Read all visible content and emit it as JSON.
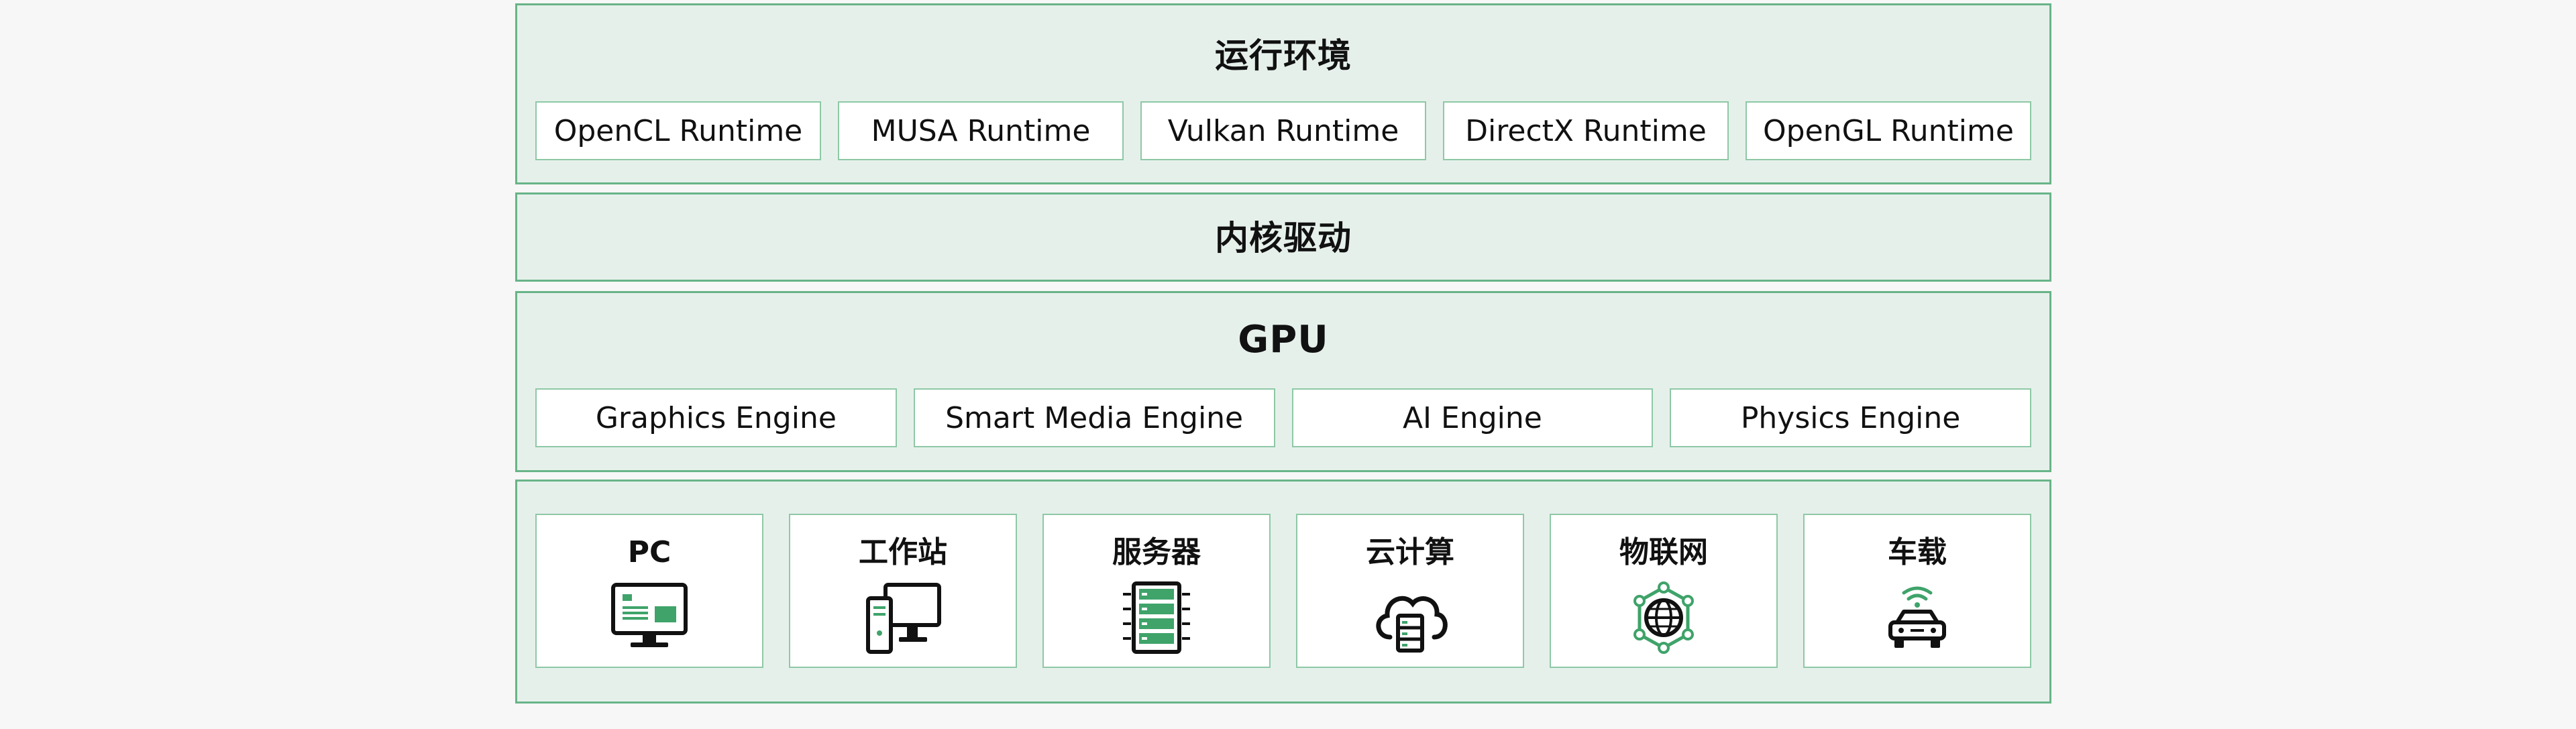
{
  "runtime": {
    "title": "运行环境",
    "items": [
      "OpenCL Runtime",
      "MUSA Runtime",
      "Vulkan Runtime",
      "DirectX Runtime",
      "OpenGL Runtime"
    ]
  },
  "kernel": {
    "title": "内核驱动"
  },
  "gpu": {
    "title": "GPU",
    "engines": [
      "Graphics Engine",
      "Smart Media Engine",
      "AI Engine",
      "Physics Engine"
    ]
  },
  "devices": {
    "items": [
      {
        "label": "PC",
        "icon": "pc-monitor-icon"
      },
      {
        "label": "工作站",
        "icon": "workstation-icon"
      },
      {
        "label": "服务器",
        "icon": "server-rack-icon"
      },
      {
        "label": "云计算",
        "icon": "cloud-computing-icon"
      },
      {
        "label": "物联网",
        "icon": "iot-globe-network-icon"
      },
      {
        "label": "车载",
        "icon": "connected-car-icon"
      }
    ]
  },
  "colors": {
    "panel_bg": "#e6f0eb",
    "panel_border": "#68b488",
    "accent_green": "#3fa36a",
    "icon_dark": "#111111"
  }
}
